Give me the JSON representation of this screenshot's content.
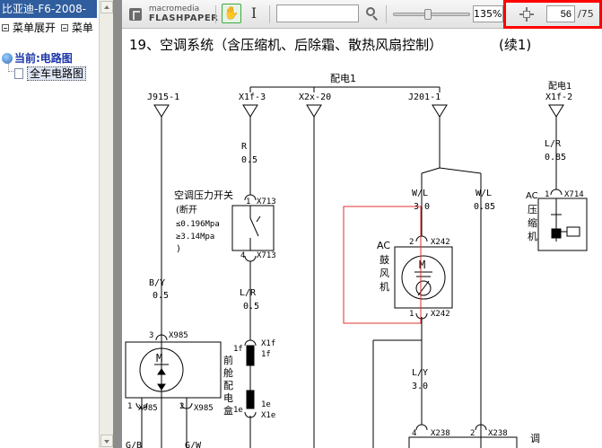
{
  "left_pane": {
    "title": "比亚迪-F6-2008-",
    "menu": [
      {
        "label": "菜单展开"
      },
      {
        "label": "菜单"
      }
    ],
    "tree": {
      "current_label": "当前:电路图",
      "items": [
        {
          "label": "全车电路图",
          "selected": true
        }
      ]
    }
  },
  "toolbar": {
    "logo_small": "macromedia",
    "logo_big": "FLASHPAPER",
    "search": {
      "value": "",
      "placeholder": ""
    },
    "zoom": {
      "value": "135%",
      "slider_fraction": 0.45
    },
    "page": {
      "current": "56",
      "total": "/75"
    },
    "icons": [
      "hand-icon",
      "text-cursor-icon",
      "search-icon",
      "fit-page-icon"
    ]
  },
  "diagram": {
    "title": "19、空调系统（含压缩机、后除霜、散热风扇控制）",
    "continued": "(续1)",
    "bus_label": "配电1",
    "right_top_label": "配电1",
    "connectors": [
      "J915-1",
      "X1f-3",
      "X2x-20",
      "J201-1",
      "X1f-2"
    ],
    "wires": {
      "r_05": [
        "R",
        "0.5"
      ],
      "wl_30": [
        "W/L",
        "3.0"
      ],
      "wl_085": [
        "W/L",
        "0.85"
      ],
      "lr_085": [
        "L/R",
        "0.85"
      ],
      "by_05": [
        "B/Y",
        "0.5"
      ],
      "lr_05": [
        "L/R",
        "0.5"
      ],
      "ly_30": [
        "L/Y",
        "3.0"
      ],
      "bottom_left": "G/B",
      "bottom_mid": "G/W"
    },
    "pressure_switch": {
      "label": "空调压力开关",
      "detail": [
        "(断开",
        "≤0.196Mpa",
        "≥3.14Mpa",
        ")"
      ],
      "pins": [
        "1",
        "X713",
        "4",
        "X713"
      ]
    },
    "blower": {
      "label": [
        "AC",
        "鼓",
        "风",
        "机"
      ],
      "pins": [
        "2",
        "X242",
        "1",
        "X242"
      ],
      "symbol": "M"
    },
    "compressor": {
      "label": [
        "AC",
        "压",
        "缩",
        "机"
      ],
      "pin": "X714",
      "pin_no": "1"
    },
    "fuse_box": {
      "label": [
        "前",
        "舱",
        "配",
        "电",
        "盒"
      ],
      "pins": [
        "1f",
        "X1f",
        "1f",
        "1e",
        "X1e",
        "1e"
      ]
    },
    "motor_left": {
      "pins": [
        "3",
        "X985",
        "1",
        "X985",
        "2",
        "X985"
      ],
      "symbol": "M"
    },
    "bottom_pins": [
      "4",
      "X238",
      "2",
      "X238"
    ],
    "right_edge_char": "调"
  }
}
